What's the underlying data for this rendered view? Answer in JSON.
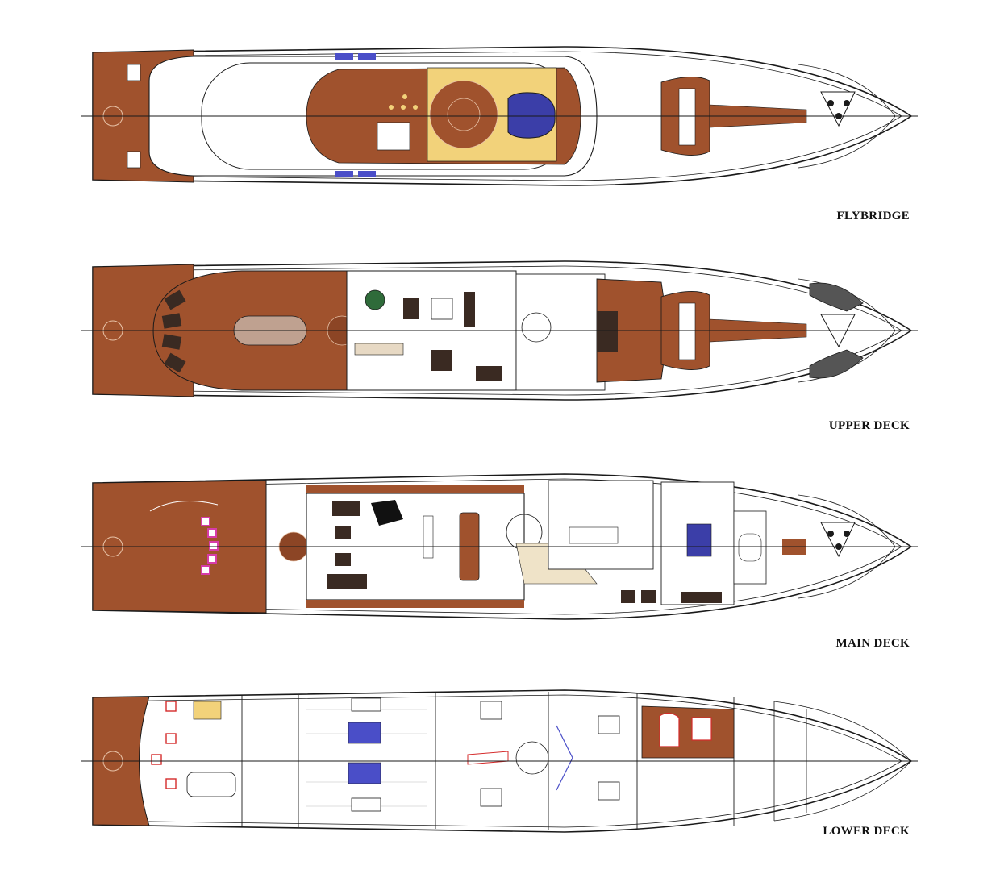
{
  "decks": [
    {
      "id": "flybridge",
      "label": "FLYBRIDGE"
    },
    {
      "id": "upper",
      "label": "UPPER DECK"
    },
    {
      "id": "main",
      "label": "MAIN DECK"
    },
    {
      "id": "lower",
      "label": "LOWER DECK"
    }
  ],
  "colors": {
    "teak": "#a0522d",
    "teak_dark": "#7a3b1d",
    "line": "#1a1a1a",
    "pool": "#3b3ea8",
    "sunpad": "#f2d27a",
    "accent_pink": "#d63ca8",
    "accent_red": "#d42a2a",
    "accent_blue": "#4a4ec8"
  }
}
